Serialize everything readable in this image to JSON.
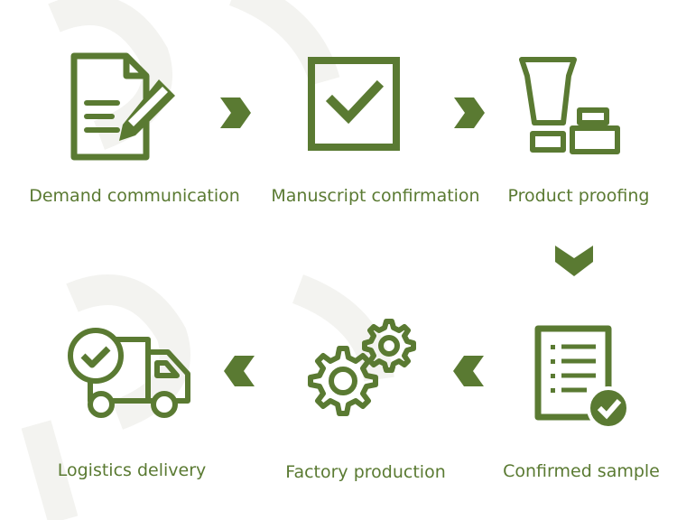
{
  "theme": {
    "accent": "#5a7a32",
    "watermark": "#f2f2f0"
  },
  "steps": [
    {
      "label": "Demand communication",
      "icon": "document-pencil-icon"
    },
    {
      "label": "Manuscript confirmation",
      "icon": "checkbox-icon"
    },
    {
      "label": "Product proofing",
      "icon": "proofing-samples-icon"
    },
    {
      "label": "Confirmed sample",
      "icon": "checklist-badge-icon"
    },
    {
      "label": "Factory production",
      "icon": "gears-icon"
    },
    {
      "label": "Logistics delivery",
      "icon": "delivery-truck-icon"
    }
  ],
  "arrows": [
    {
      "from": "Demand communication",
      "to": "Manuscript confirmation",
      "direction": "right"
    },
    {
      "from": "Manuscript confirmation",
      "to": "Product proofing",
      "direction": "right"
    },
    {
      "from": "Product proofing",
      "to": "Confirmed sample",
      "direction": "down"
    },
    {
      "from": "Confirmed sample",
      "to": "Factory production",
      "direction": "left"
    },
    {
      "from": "Factory production",
      "to": "Logistics delivery",
      "direction": "left"
    }
  ]
}
